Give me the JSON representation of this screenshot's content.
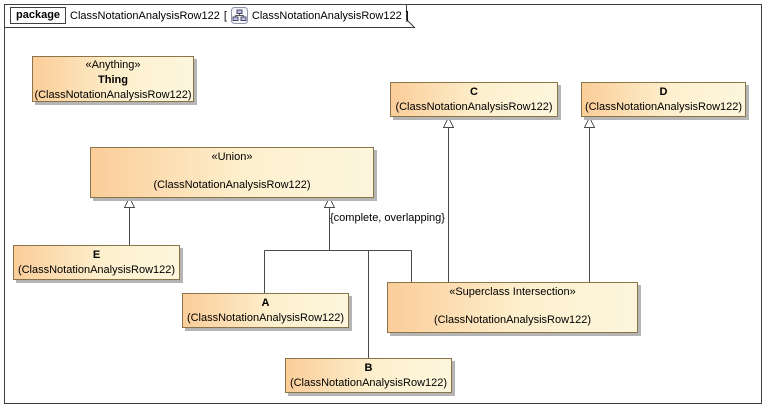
{
  "header": {
    "kind": "package",
    "context_name": "ClassNotationAnalysisRow122",
    "open_bracket": "[",
    "diagram_name": "ClassNotationAnalysisRow122",
    "close_bracket": "]"
  },
  "constraint_label": "{complete, overlapping}",
  "colors": {
    "box_fill_left": "#FBCD99",
    "box_fill_right": "#FDF6DD",
    "box_border": "#8A744A",
    "box_shadow": "#B5B5B5",
    "connector_line": "#4A4A4A",
    "frame_border": "#3F3F3F"
  },
  "classes": {
    "thing": {
      "stereotype": "«Anything»",
      "name": "Thing",
      "qualifier": "(ClassNotationAnalysisRow122)"
    },
    "c": {
      "name": "C",
      "qualifier": "(ClassNotationAnalysisRow122)"
    },
    "d": {
      "name": "D",
      "qualifier": "(ClassNotationAnalysisRow122)"
    },
    "union": {
      "stereotype": "«Union»",
      "qualifier": "(ClassNotationAnalysisRow122)"
    },
    "e": {
      "name": "E",
      "qualifier": "(ClassNotationAnalysisRow122)"
    },
    "a": {
      "name": "A",
      "qualifier": "(ClassNotationAnalysisRow122)"
    },
    "b": {
      "name": "B",
      "qualifier": "(ClassNotationAnalysisRow122)"
    },
    "superclass_intersection": {
      "stereotype": "«Superclass Intersection»",
      "qualifier": "(ClassNotationAnalysisRow122)"
    }
  },
  "relationships": [
    {
      "type": "generalization",
      "from": "E",
      "to": "Union"
    },
    {
      "type": "generalization",
      "from": "A",
      "to": "Union",
      "constraint": "{complete, overlapping}"
    },
    {
      "type": "generalization",
      "from": "B",
      "to": "Union",
      "constraint": "{complete, overlapping}"
    },
    {
      "type": "generalization",
      "from": "Superclass Intersection",
      "to": "Union",
      "constraint": "{complete, overlapping}"
    },
    {
      "type": "generalization",
      "from": "Superclass Intersection",
      "to": "C"
    },
    {
      "type": "generalization",
      "from": "Superclass Intersection",
      "to": "D"
    }
  ]
}
